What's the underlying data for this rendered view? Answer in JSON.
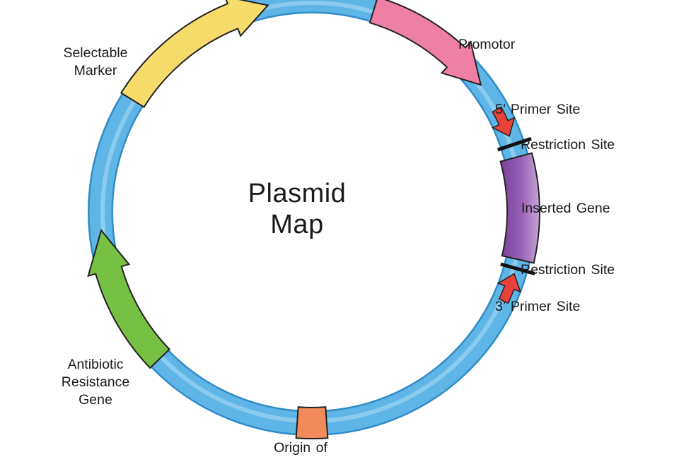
{
  "title": "Plasmid\nMap",
  "colors": {
    "backbone": "#5fb6e6",
    "promotor": "#f07fa6",
    "selectable_marker": "#f8dc6b",
    "antibiotic": "#76c043",
    "origin": "#f38a5c",
    "primer": "#e8413a",
    "inserted_gene": "#8a4fa6",
    "restriction": "#111111"
  },
  "labels": {
    "selectable_marker": "Selectable\nMarker",
    "promotor": "Promotor",
    "primer_5": "5’ Primer Site",
    "restriction_1": "Restriction Site",
    "inserted_gene": "Inserted Gene",
    "restriction_2": "Restriction Site",
    "primer_3": "3’ Primer Site",
    "antibiotic": "Antibiotic\nResistance\nGene",
    "origin": "Origin of"
  }
}
